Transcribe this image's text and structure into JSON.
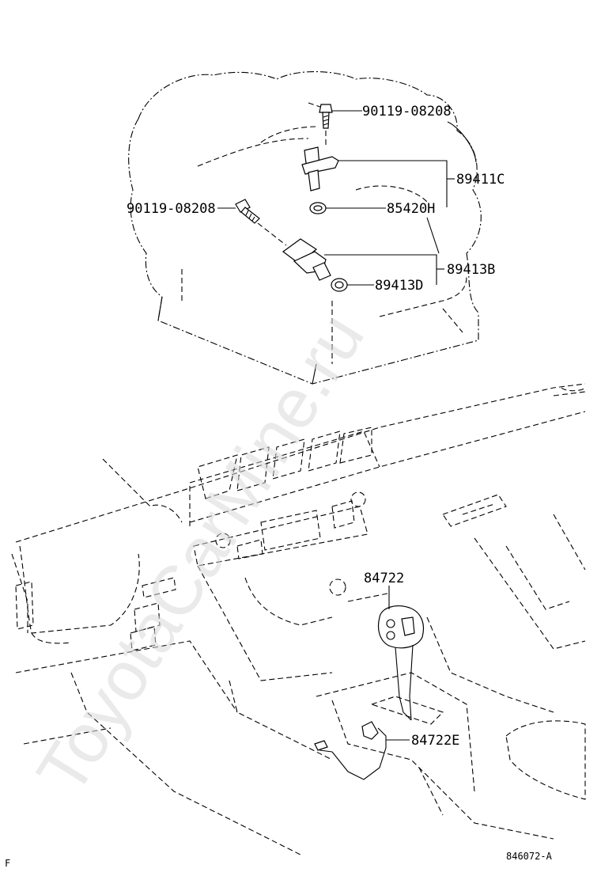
{
  "labels": {
    "bolt_top": "90119-08208",
    "sensor_top": "89411C",
    "oring_top": "85420H",
    "bolt_left": "90119-08208",
    "sensor_mid": "89413B",
    "oring_mid": "89413D",
    "shift_knob": "84722",
    "shift_switch": "84722E"
  },
  "footer": {
    "code": "846072-A",
    "corner_mark": "F"
  },
  "watermark": {
    "text": "ToyotaCarMine.ru"
  }
}
